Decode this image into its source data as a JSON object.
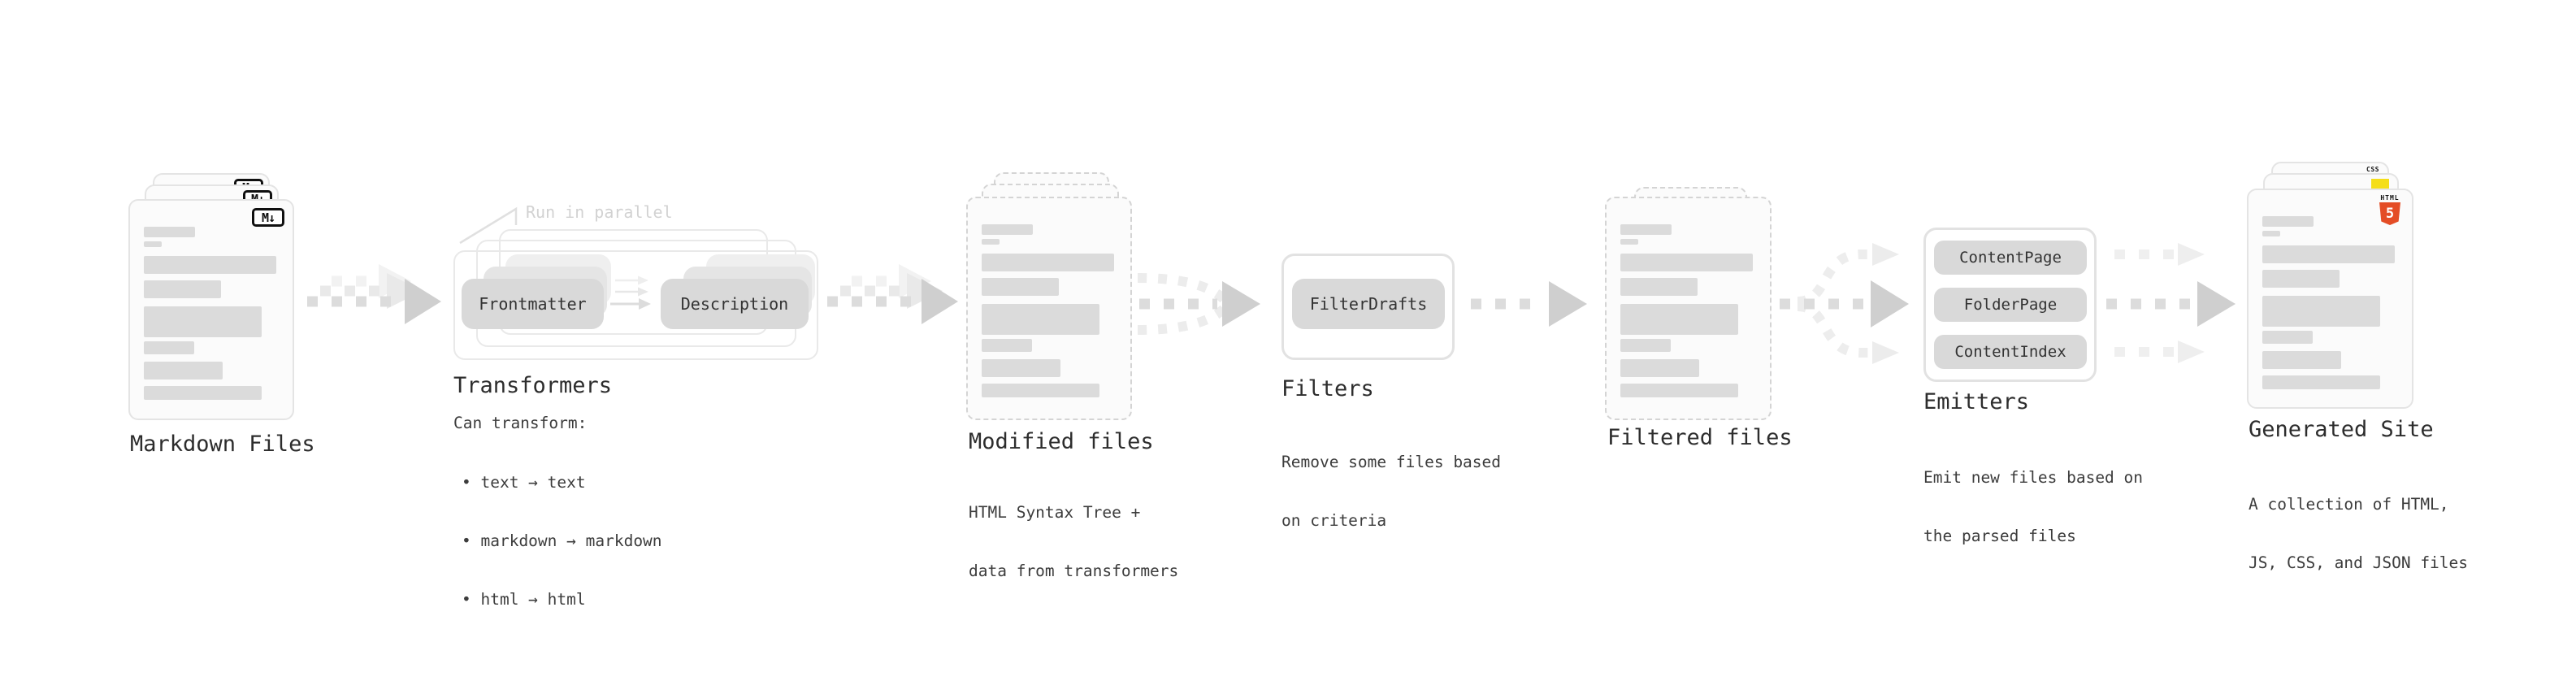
{
  "colors": {
    "ink": "#2d2d2d",
    "caption": "#3c3c3c",
    "annotation": "#d2d2d2",
    "sheet_fill": "#fbfbfb",
    "sheet_border": "#e4e4e4",
    "dash_border": "#d4d4d4",
    "bar": "#dbdbdb",
    "pill": "#d9d9d9",
    "pill_text": "#333333",
    "pill_ghost1": "#e5e5e5",
    "pill_ghost2": "#efefef",
    "card_border": "#e9e9e9",
    "box_border": "#e2e2e2",
    "badge_ink": "#101010",
    "html5_orange": "#e44d26",
    "js_yellow": "#f5de19",
    "css_blue": "#2c62f0"
  },
  "stages": {
    "markdown_files": {
      "label": "Markdown Files",
      "badge": "M↓"
    },
    "transformers": {
      "title": "Transformers",
      "annotation": "Run in parallel",
      "pills": [
        "Frontmatter",
        "Description"
      ],
      "caption_title": "Can transform:",
      "bullets": [
        "• text → text",
        "• markdown → markdown",
        "• html → html"
      ]
    },
    "modified_files": {
      "label": "Modified files",
      "caption_lines": [
        "HTML Syntax Tree +",
        "data from transformers"
      ]
    },
    "filters": {
      "title": "Filters",
      "pill": "FilterDrafts",
      "caption_lines": [
        "Remove some files based",
        "on criteria"
      ]
    },
    "filtered_files": {
      "label": "Filtered files"
    },
    "emitters": {
      "title": "Emitters",
      "pills": [
        "ContentPage",
        "FolderPage",
        "ContentIndex"
      ],
      "caption_lines": [
        "Emit new files based on",
        "the parsed files"
      ]
    },
    "generated_site": {
      "label": "Generated Site",
      "caption_lines": [
        "A collection of HTML,",
        "JS, CSS, and JSON files"
      ],
      "badges": {
        "html_label": "HTML",
        "html_number": "5",
        "css": "CSS"
      }
    }
  }
}
